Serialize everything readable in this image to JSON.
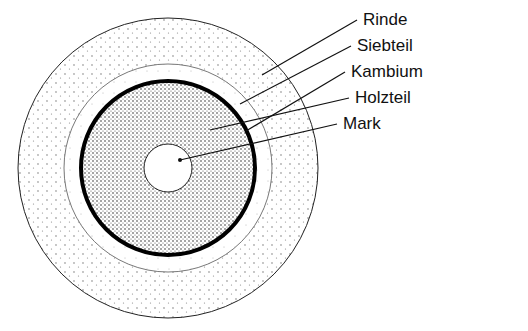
{
  "diagram": {
    "labels": [
      "Rinde",
      "Siebteil",
      "Kambium",
      "Holzteil",
      "Mark"
    ]
  }
}
